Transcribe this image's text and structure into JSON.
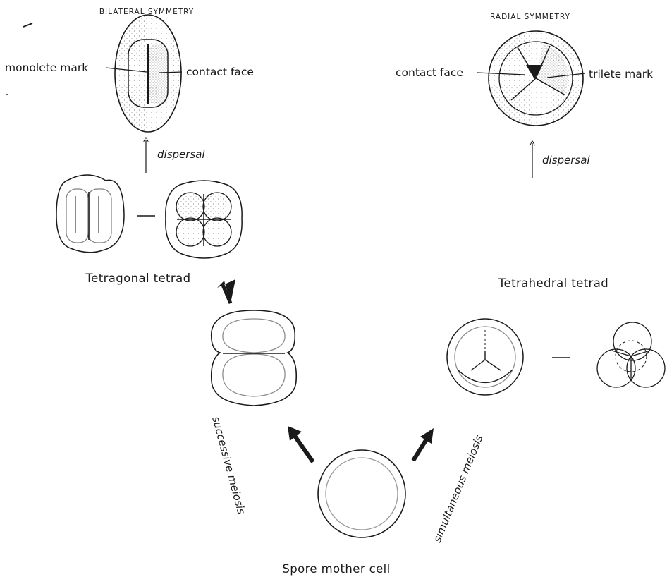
{
  "bilateral": {
    "title": "BILATERAL SYMMETRY",
    "mark_label": "monolete mark",
    "face_label": "contact face",
    "dispersal_label": "dispersal"
  },
  "radial": {
    "title": "RADIAL SYMMETRY",
    "face_label": "contact face",
    "mark_label": "trilete mark",
    "dispersal_label": "dispersal"
  },
  "tetragonal": {
    "label": "Tetragonal tetrad"
  },
  "tetrahedral": {
    "label": "Tetrahedral tetrad"
  },
  "pathways": {
    "successive": "successive meiosis",
    "simultaneous": "simultaneous meiosis"
  },
  "origin": {
    "label": "Spore mother cell"
  },
  "colors": {
    "ink": "#1a1a1a",
    "paper": "#ffffff"
  }
}
